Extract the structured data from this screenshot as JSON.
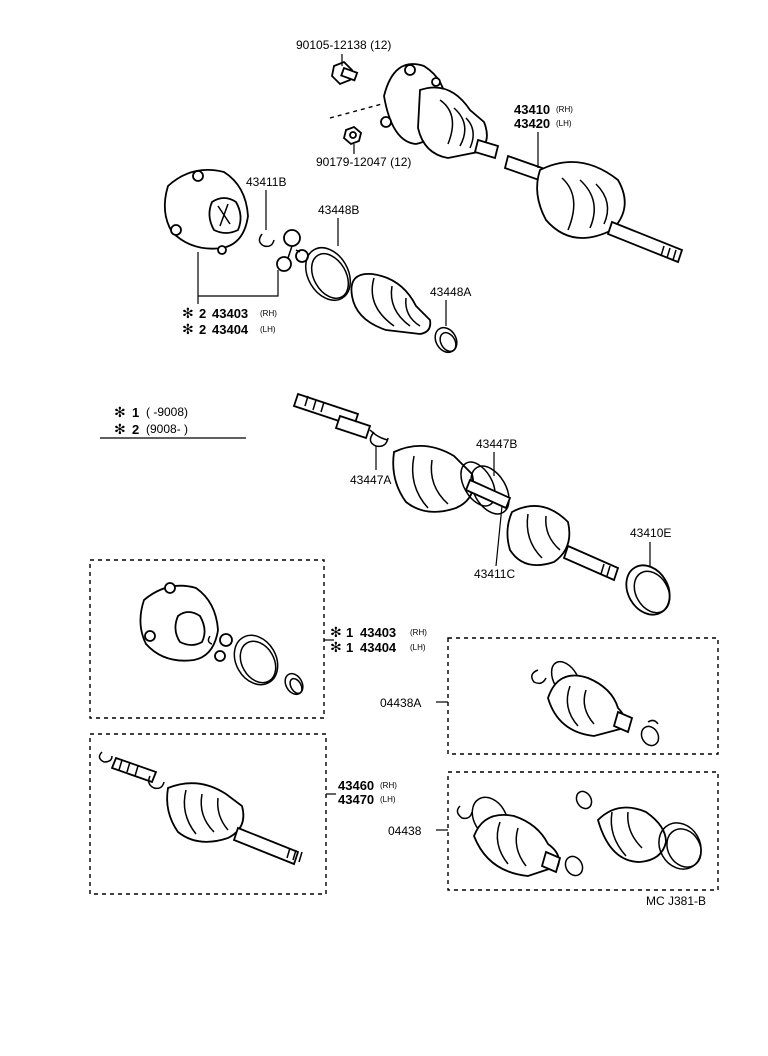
{
  "labels": {
    "p90105": "90105-12138 (12)",
    "p90179": "90179-12047 (12)",
    "p43410": "43410",
    "p43410_rh": "(RH)",
    "p43420": "43420",
    "p43420_lh": "(LH)",
    "p43411b": "43411B",
    "p43448b": "43448B",
    "p43448a": "43448A",
    "p43403_top": "43403",
    "p43403_top_side": "(RH)",
    "p43404_top": "43404",
    "p43404_top_side": "(LH)",
    "legend_1": "(         -9008)",
    "legend_2": "(9008-          )",
    "p43447b": "43447B",
    "p43447a": "43447A",
    "p43411c": "43411C",
    "p43410e": "43410E",
    "p43403_box": "43403",
    "p43403_box_side": "(RH)",
    "p43404_box": "43404",
    "p43404_box_side": "(LH)",
    "p04438a": "04438A",
    "p43460": "43460",
    "p43460_side": "(RH)",
    "p43470": "43470",
    "p43470_side": "(LH)",
    "p04438": "04438",
    "figure_code": "MC J381-B"
  },
  "markers": {
    "star": "✻",
    "one": "1",
    "two": "2"
  }
}
